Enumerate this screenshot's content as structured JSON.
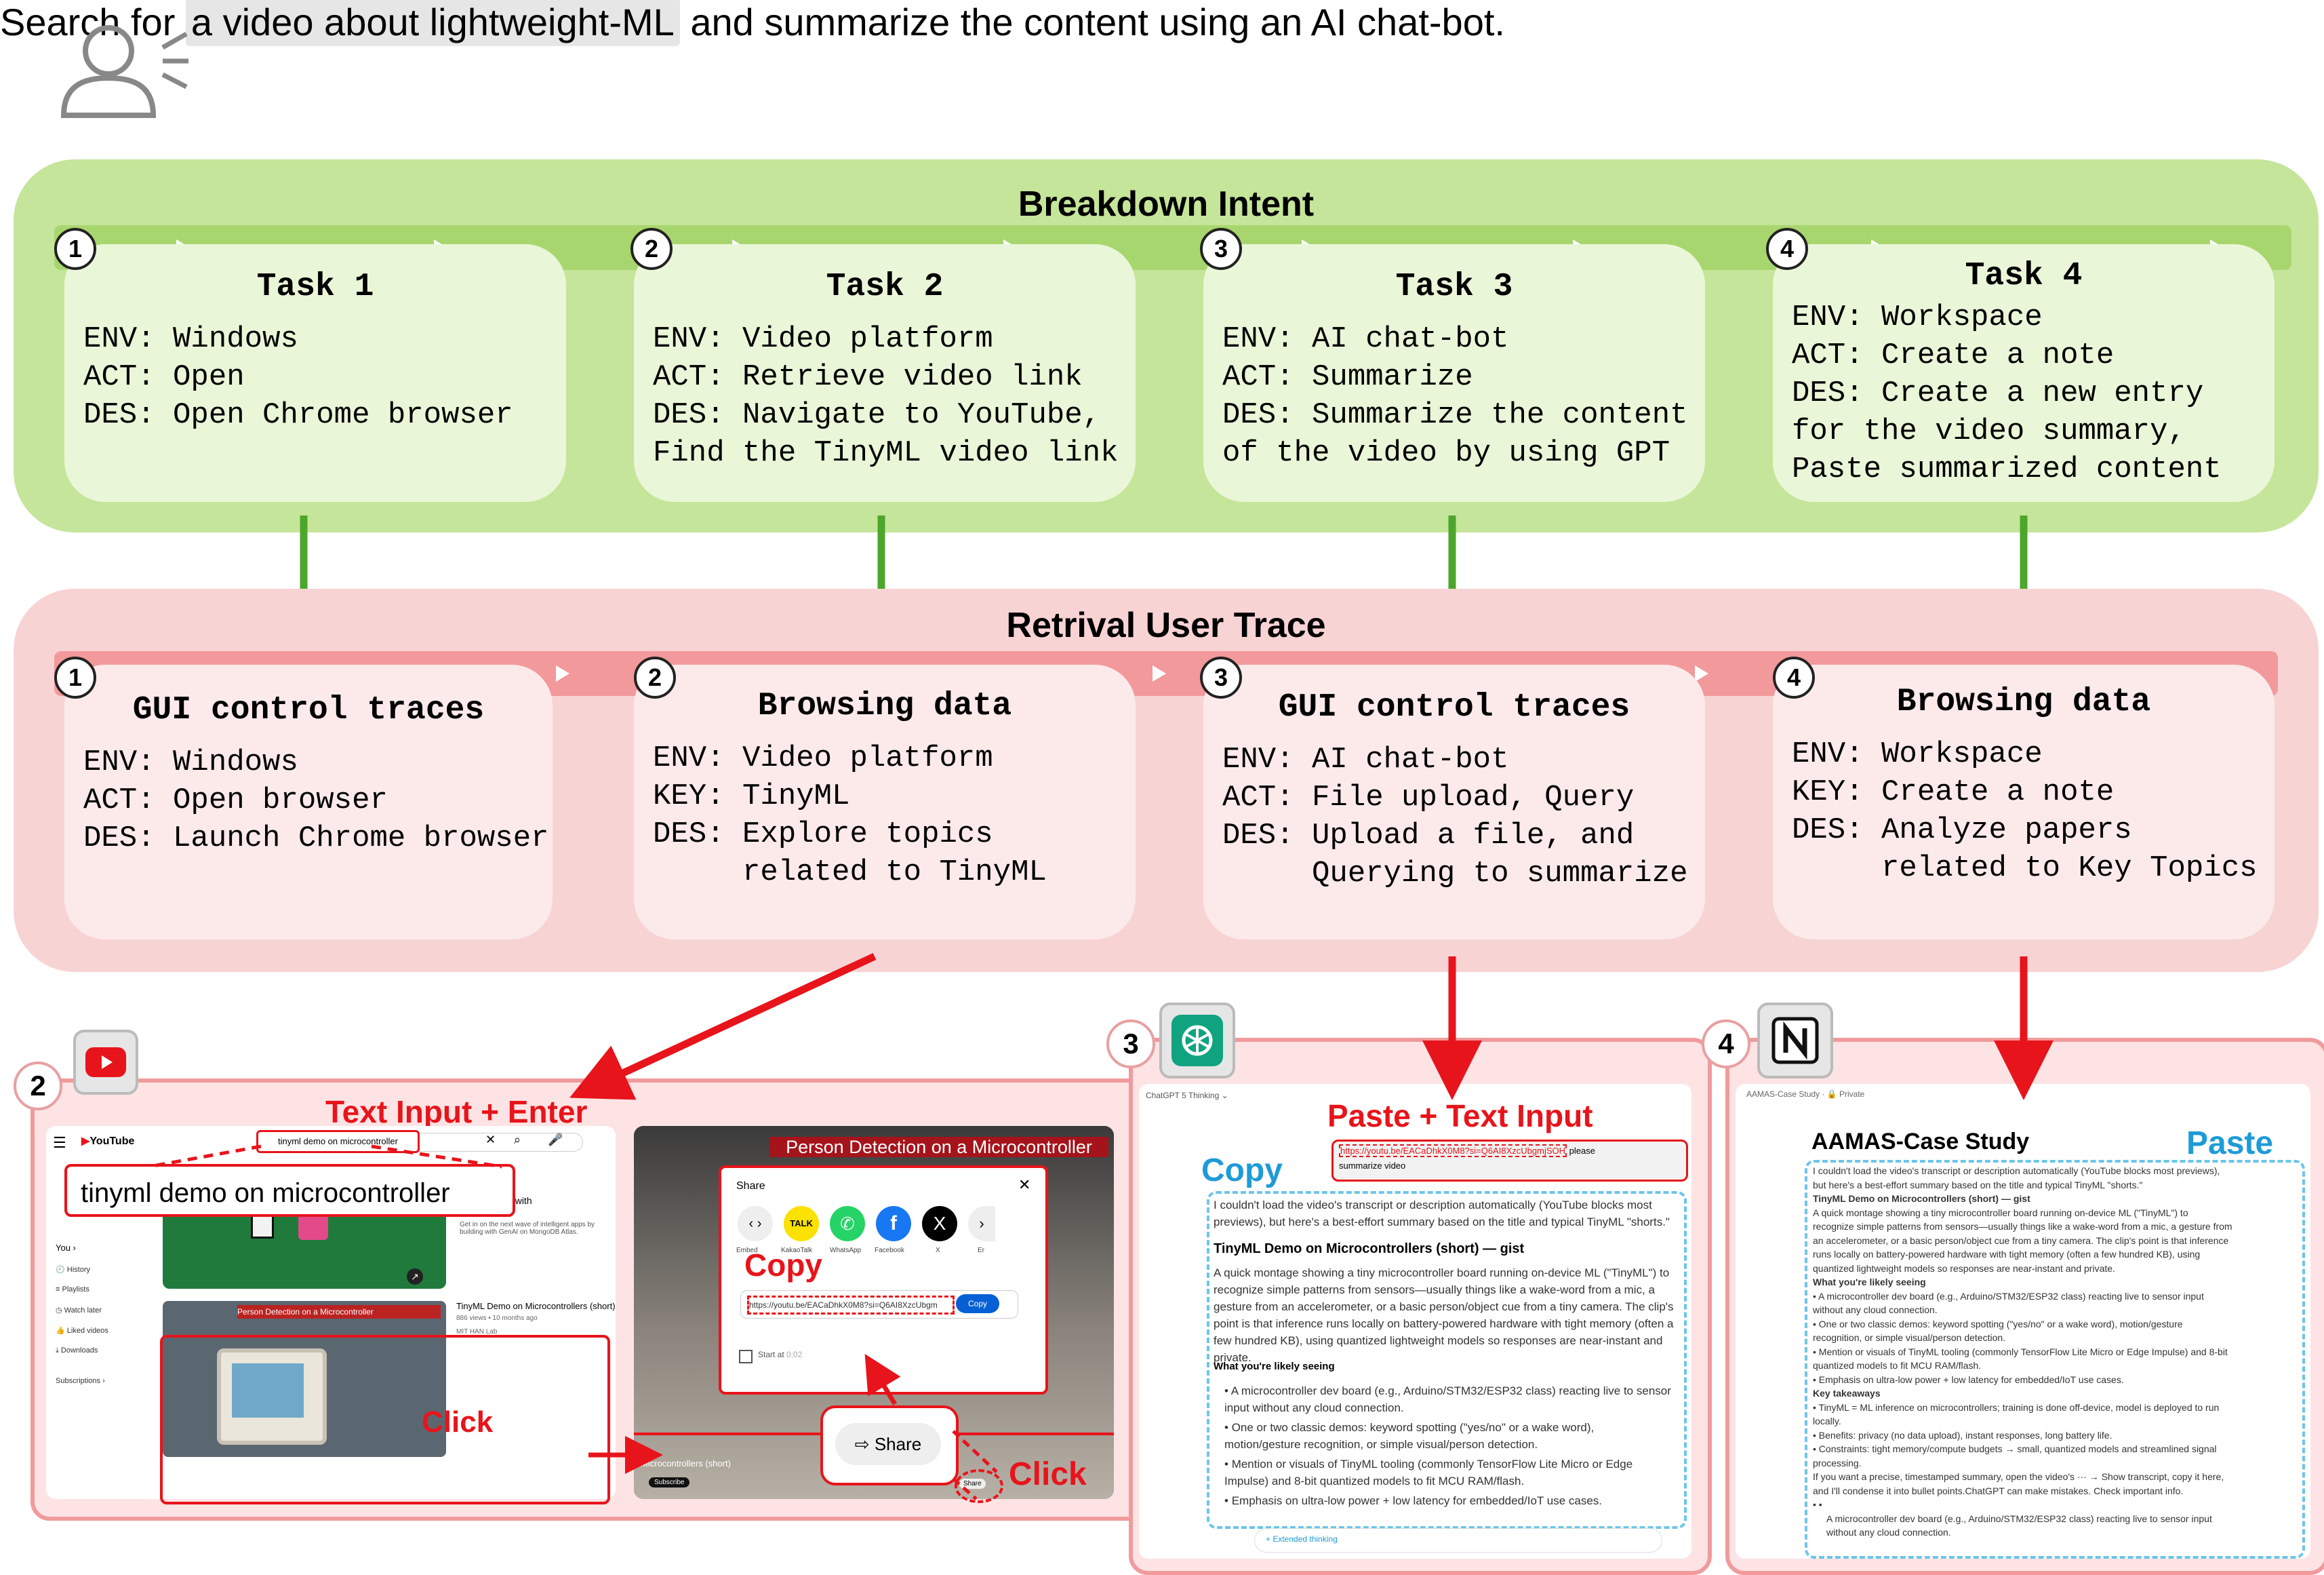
{
  "intent": {
    "prefix": "Search for ",
    "highlight": "a video about lightweight-ML",
    "suffix": " and summarize the content using an AI chat-bot."
  },
  "breakdown": {
    "title": "Breakdown Intent",
    "tasks": [
      {
        "num": "1",
        "title": "Task 1",
        "lines": "ENV: Windows\nACT: Open\nDES: Open Chrome browser"
      },
      {
        "num": "2",
        "title": "Task 2",
        "lines": "ENV: Video platform\nACT: Retrieve video link\nDES: Navigate to YouTube,\nFind the TinyML video link"
      },
      {
        "num": "3",
        "title": "Task 3",
        "lines": "ENV: AI chat-bot\nACT: Summarize\nDES: Summarize the content\nof the video by using GPT"
      },
      {
        "num": "4",
        "title": "Task 4",
        "lines": "ENV: Workspace\nACT: Create a note\nDES: Create a new entry\nfor the video summary,\nPaste summarized content"
      }
    ]
  },
  "retrieval": {
    "title": "Retrival User Trace",
    "traces": [
      {
        "num": "1",
        "title": "GUI control traces",
        "lines": "ENV: Windows\nACT: Open browser\nDES: Launch Chrome browser"
      },
      {
        "num": "2",
        "title": "Browsing data",
        "lines": "ENV: Video platform\nKEY: TinyML\nDES: Explore topics\n     related to TinyML"
      },
      {
        "num": "3",
        "title": "GUI control traces",
        "lines": "ENV: AI chat-bot\nACT: File upload, Query\nDES: Upload a file, and\n     Querying to summarize"
      },
      {
        "num": "4",
        "title": "Browsing data",
        "lines": "ENV: Workspace\nKEY: Create a note\nDES: Analyze papers\n     related to Key Topics"
      }
    ]
  },
  "panel2": {
    "num": "2",
    "text_input_label": "Text Input + Enter",
    "search_small": "tinyml demo on microcontroller",
    "search_zoom": "tinyml demo on microcontroller",
    "side_text": "atures faster with",
    "side_desc": "Get in on the next wave of intelligent apps by building with GenAI on MongoDB Atlas.",
    "sidebar": [
      "You  ›",
      "History",
      "Playlists",
      "Watch later",
      "Liked videos",
      "Downloads",
      "Subscriptions  ›"
    ],
    "thumb_title": "Person Detection on a Microcontroller",
    "video_title": "TinyML Demo on Microcontrollers (short)",
    "video_meta": "886 views • 10 months ago",
    "video_channel": "MIT HAN Lab",
    "click_label_1": "Click",
    "player_title": "Person Detection on a Microcontroller",
    "share_header": "Share",
    "share_apps": [
      "Embed",
      "KakaoTalk",
      "WhatsApp",
      "Facebook",
      "X",
      "Er"
    ],
    "copy_label": "Copy",
    "share_url": "https://youtu.be/EACaDhkX0M8?si=Q6AI8XzcUbgm",
    "copy_btn": "Copy",
    "start_at": "Start at",
    "start_time": "0:02",
    "player_caption": "Microcontrollers (short)",
    "subscribe": "Subscribe",
    "share_btn": "Share",
    "click_label_2": "Click"
  },
  "panel3": {
    "num": "3",
    "header": "ChatGPT 5 Thinking",
    "paste_label": "Paste + Text Input",
    "query_url": "https://youtu.be/EACaDhkX0M8?si=Q6AI8XzcUbgmjSOH",
    "query_rest": "please",
    "query_line2": "summarize video",
    "copy_label": "Copy",
    "intro": "I couldn't load the video's transcript or description automatically (YouTube blocks most previews), but here's a best-effort summary based on the title and typical TinyML \"shorts.\"",
    "heading": "TinyML Demo on Microcontrollers (short) — gist",
    "para": "A quick montage showing a tiny microcontroller board running on-device ML (\"TinyML\") to recognize simple patterns from sensors—usually things like a wake-word from a mic, a gesture from an accelerometer, or a basic person/object cue from a tiny camera. The clip's point is that inference runs locally on battery-powered hardware with tight memory (often a few hundred KB), using quantized lightweight models so responses are near-instant and private.",
    "likely": "What you're likely seeing",
    "bullets": [
      "A microcontroller dev board (e.g., Arduino/STM32/ESP32 class) reacting live to sensor input without any cloud connection.",
      "One or two classic demos: keyword spotting (\"yes/no\" or a wake word), motion/gesture recognition, or simple visual/person detection.",
      "Mention or visuals of TinyML tooling (commonly TensorFlow Lite Micro or Edge Impulse) and 8-bit quantized models to fit MCU RAM/flash.",
      "Emphasis on ultra-low power + low latency for embedded/IoT use cases."
    ],
    "footer": "+   Extended thinking"
  },
  "panel4": {
    "num": "4",
    "crumb": "AAMAS-Case Study",
    "crumb_private": "Private",
    "title": "AAMAS-Case Study",
    "paste_label": "Paste",
    "lines": [
      "I couldn't load the video's transcript or description automatically (YouTube blocks most previews),",
      "but here's a best-effort summary based on the title and typical TinyML \"shorts.\"",
      "TinyML Demo on Microcontrollers (short) — gist",
      "A quick montage showing a tiny microcontroller board running on-device ML (\"TinyML\") to",
      "recognize simple patterns from sensors—usually things like a wake-word from a mic, a gesture from",
      "an accelerometer, or a basic person/object cue from a tiny camera. The clip's point is that inference",
      "runs locally on battery-powered hardware with tight memory (often a few hundred KB), using",
      "quantized lightweight models so responses are near-instant and private.",
      "What you're likely seeing",
      "• A microcontroller dev board (e.g., Arduino/STM32/ESP32 class) reacting live to sensor input",
      "without any cloud connection.",
      "• One or two classic demos: keyword spotting (\"yes/no\" or a wake word), motion/gesture",
      "recognition, or simple visual/person detection.",
      "• Mention or visuals of TinyML tooling (commonly TensorFlow Lite Micro or Edge Impulse) and 8-bit",
      "quantized models to fit MCU RAM/flash.",
      "• Emphasis on ultra-low power + low latency for embedded/IoT use cases.",
      "Key takeaways",
      "• TinyML = ML inference on microcontrollers; training is done off-device, model is deployed to run",
      "locally.",
      "• Benefits: privacy (no data upload), instant responses, long battery life.",
      "• Constraints: tight memory/compute budgets → small, quantized models and streamlined signal",
      "processing.",
      "If you want a precise, timestamped summary, open the video's ··· → Show transcript, copy it here,",
      "and I'll condense it into bullet points.ChatGPT can make mistakes. Check important info.",
      "•  •",
      "A microcontroller dev board (e.g., Arduino/STM32/ESP32 class) reacting live to sensor input",
      "without any cloud connection."
    ]
  },
  "colors": {
    "green_band": "#c5e59a",
    "red_band": "#f8d3d4",
    "arrow_green": "#4ca62c",
    "arrow_red": "#e8141b",
    "label_blue": "#1e9bd7"
  }
}
